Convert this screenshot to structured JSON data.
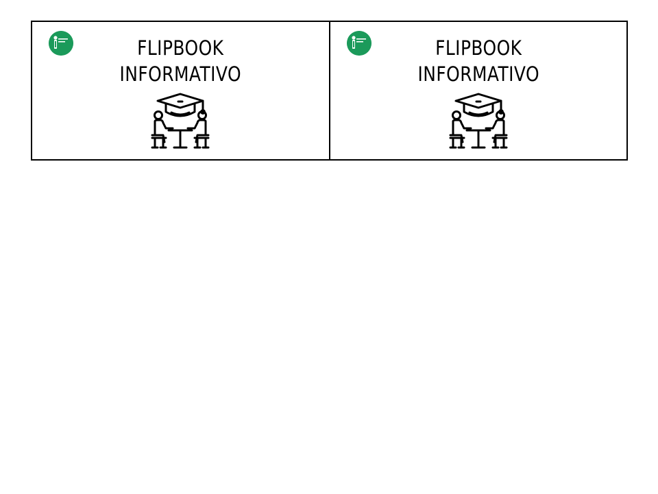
{
  "cards": [
    {
      "title_line1": "FLIPBOOK",
      "title_line2": "INFORMATIVO",
      "logo_icon": "green-circle-logo-icon",
      "illustration_icon": "graduation-cap-meeting-icon"
    },
    {
      "title_line1": "FLIPBOOK",
      "title_line2": "INFORMATIVO",
      "logo_icon": "green-circle-logo-icon",
      "illustration_icon": "graduation-cap-meeting-icon"
    }
  ],
  "colors": {
    "border": "#000000",
    "logo_green": "#1b9a5a",
    "text": "#000000"
  }
}
